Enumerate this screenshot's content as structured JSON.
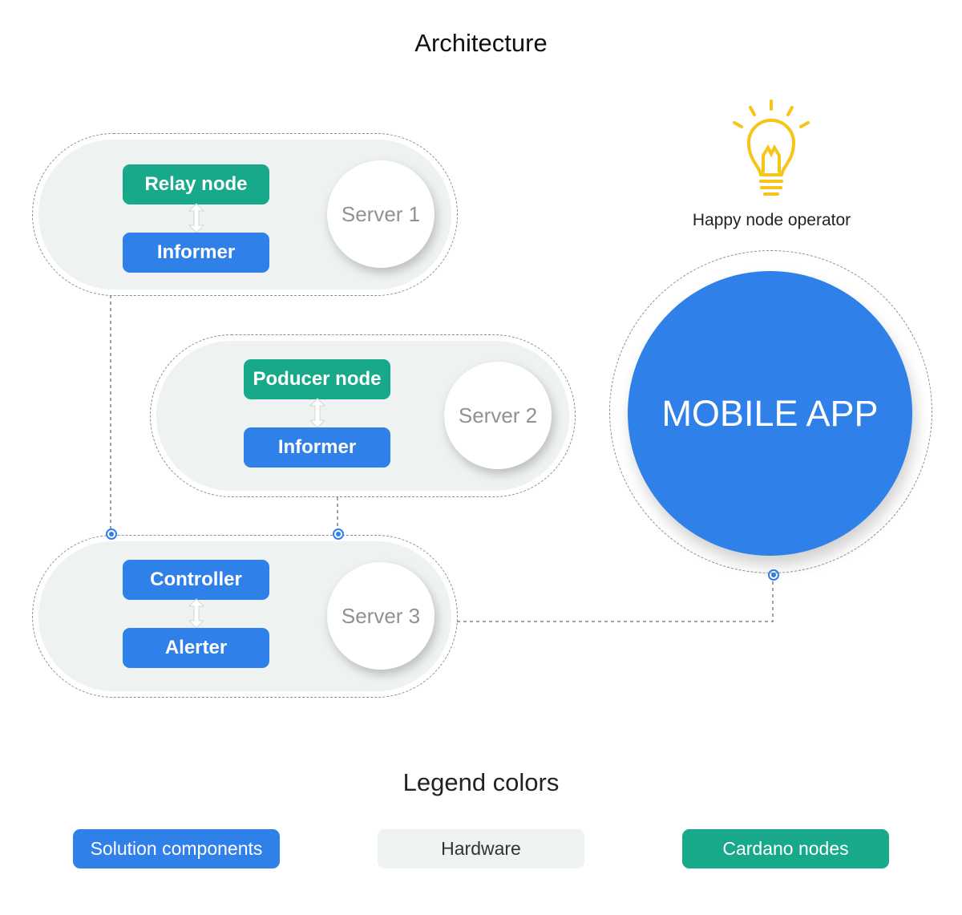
{
  "title": "Architecture",
  "servers": [
    {
      "name": "Server 1",
      "top_component": "Relay node",
      "bottom_component": "Informer"
    },
    {
      "name": "Server 2",
      "top_component": "Poducer node",
      "bottom_component": "Informer"
    },
    {
      "name": "Server 3",
      "top_component": "Controller",
      "bottom_component": "Alerter"
    }
  ],
  "operator_label": "Happy node operator",
  "mobile_app_label": "MOBILE APP",
  "legend": {
    "title": "Legend colors",
    "items": [
      {
        "label": "Solution components",
        "color": "#2f80e8"
      },
      {
        "label": "Hardware",
        "color": "#eef2f1"
      },
      {
        "label": "Cardano nodes",
        "color": "#17a98a"
      }
    ]
  },
  "colors": {
    "solution": "#2f80e8",
    "hardware": "#eef2f1",
    "cardano": "#17a98a",
    "bulb": "#f5c518"
  },
  "icons": [
    "lightbulb-icon",
    "bidirectional-arrow-icon",
    "connector-dot-icon"
  ]
}
